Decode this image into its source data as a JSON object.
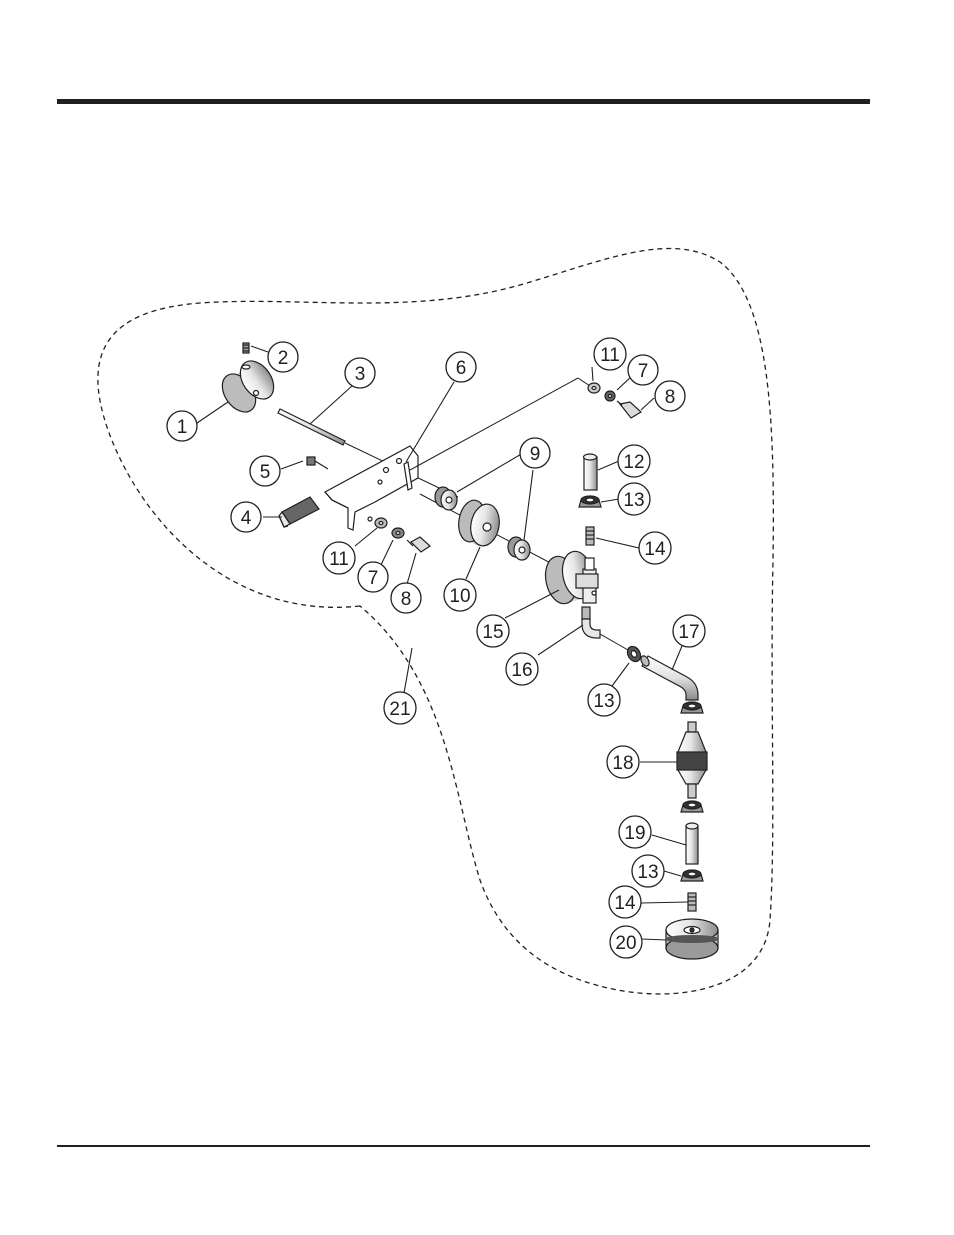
{
  "diagram": {
    "boundary_label": "21",
    "callouts": [
      {
        "id": "c1",
        "label": "1"
      },
      {
        "id": "c2",
        "label": "2"
      },
      {
        "id": "c3",
        "label": "3"
      },
      {
        "id": "c4",
        "label": "4"
      },
      {
        "id": "c5",
        "label": "5"
      },
      {
        "id": "c6",
        "label": "6"
      },
      {
        "id": "c7a",
        "label": "7"
      },
      {
        "id": "c7b",
        "label": "7"
      },
      {
        "id": "c8a",
        "label": "8"
      },
      {
        "id": "c8b",
        "label": "8"
      },
      {
        "id": "c9",
        "label": "9"
      },
      {
        "id": "c10",
        "label": "10"
      },
      {
        "id": "c11a",
        "label": "11"
      },
      {
        "id": "c11b",
        "label": "11"
      },
      {
        "id": "c12",
        "label": "12"
      },
      {
        "id": "c13a",
        "label": "13"
      },
      {
        "id": "c13b",
        "label": "13"
      },
      {
        "id": "c13c",
        "label": "13"
      },
      {
        "id": "c14a",
        "label": "14"
      },
      {
        "id": "c14b",
        "label": "14"
      },
      {
        "id": "c15",
        "label": "15"
      },
      {
        "id": "c16",
        "label": "16"
      },
      {
        "id": "c17",
        "label": "17"
      },
      {
        "id": "c18",
        "label": "18"
      },
      {
        "id": "c19",
        "label": "19"
      },
      {
        "id": "c20",
        "label": "20"
      },
      {
        "id": "c21",
        "label": "21"
      }
    ]
  }
}
